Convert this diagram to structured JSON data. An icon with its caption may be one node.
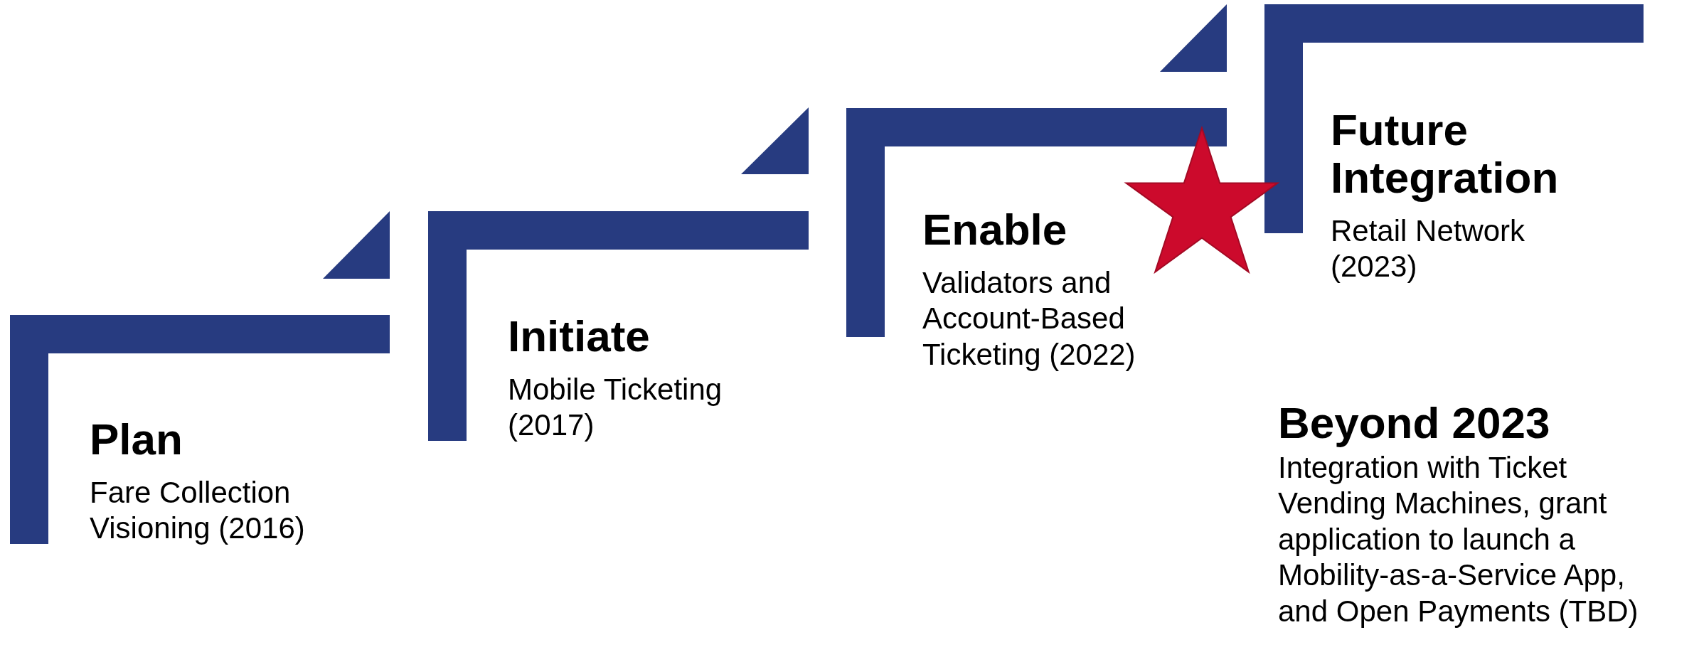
{
  "diagram": {
    "nodes": [
      {
        "text": [
          "Plan",
          "Fare Collection Visioning (2016)"
        ]
      },
      {
        "text": [
          "Initiate",
          "Mobile Ticketing (2017)"
        ]
      },
      {
        "text": [
          "Enable",
          "Validators and Account-Based Ticketing (2022)"
        ]
      },
      {
        "text": [
          "Future Integration",
          "Retail Network (2023)"
        ]
      },
      {
        "text": [
          "Beyond 2023",
          "Integration with Ticket Vending Machines, grant application to launch a Mobility-as-a-Service App, and Open Payments (TBD)"
        ]
      }
    ]
  }
}
